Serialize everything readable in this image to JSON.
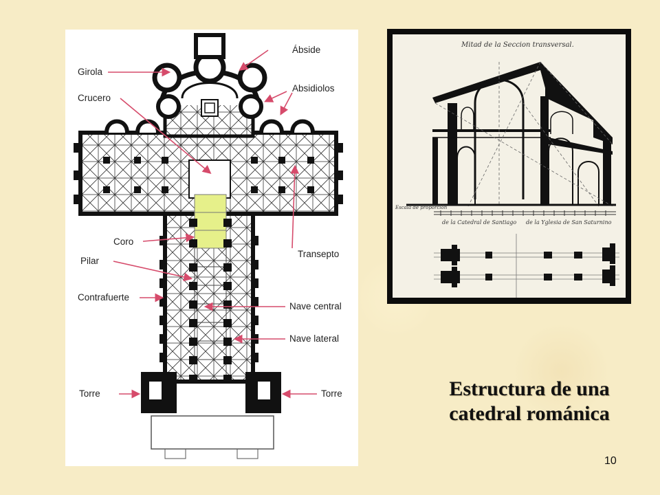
{
  "plan": {
    "labels": {
      "abside": "Ábside",
      "girola": "Girola",
      "absidiolos": "Absidiolos",
      "crucero": "Crucero",
      "coro": "Coro",
      "transepto": "Transepto",
      "pilar": "Pilar",
      "contrafuerte": "Contrafuerte",
      "nave_central": "Nave central",
      "nave_lateral": "Nave lateral",
      "torre_left": "Torre",
      "torre_right": "Torre"
    },
    "arrow_color": "#d64b6b",
    "coro_highlight_color": "#e6f08a"
  },
  "section_drawing": {
    "heading": "Mitad de la Seccion transversal.",
    "scale_label": "Escala de proporción",
    "caption_left": "de la Catedral de Santiago",
    "caption_right": "de la Yglesia de San Saturnino"
  },
  "slide": {
    "title_line1": "Estructura de una",
    "title_line2": "catedral  románica",
    "page_number": "10"
  }
}
